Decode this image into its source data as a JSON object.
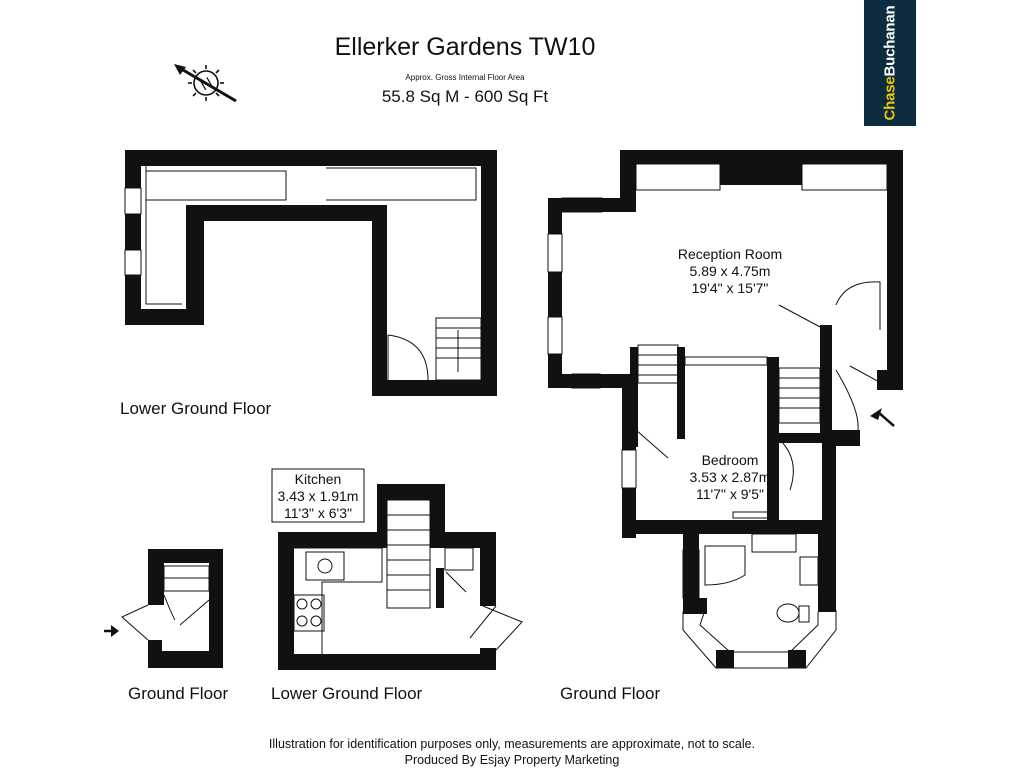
{
  "header": {
    "title": "Ellerker Gardens TW10",
    "subtitle": "Approx. Gross Internal Floor Area",
    "area": "55.8 Sq M - 600 Sq Ft"
  },
  "brand": {
    "part1": "Chase",
    "part2": "Buchanan",
    "bg_color": "#0c2d3f",
    "accent": "#f2c500"
  },
  "compass": {
    "letter": "N",
    "icon": "north-compass-icon"
  },
  "floor_labels": {
    "lower_ground_top": "Lower Ground Floor",
    "ground_small": "Ground Floor",
    "lower_ground_bottom": "Lower Ground Floor",
    "ground_main": "Ground Floor"
  },
  "rooms": {
    "reception": {
      "name": "Reception Room",
      "metric": "5.89 x 4.75m",
      "imperial": "19'4\" x 15'7\""
    },
    "bedroom": {
      "name": "Bedroom",
      "metric": "3.53 x 2.87m",
      "imperial": "11'7\" x 9'5\""
    },
    "kitchen": {
      "name": "Kitchen",
      "metric": "3.43 x 1.91m",
      "imperial": "11'3\" x 6'3\""
    }
  },
  "footer": {
    "line1": "Illustration for identification purposes only, measurements are approximate, not to scale.",
    "line2": "Produced By Esjay Property Marketing"
  }
}
